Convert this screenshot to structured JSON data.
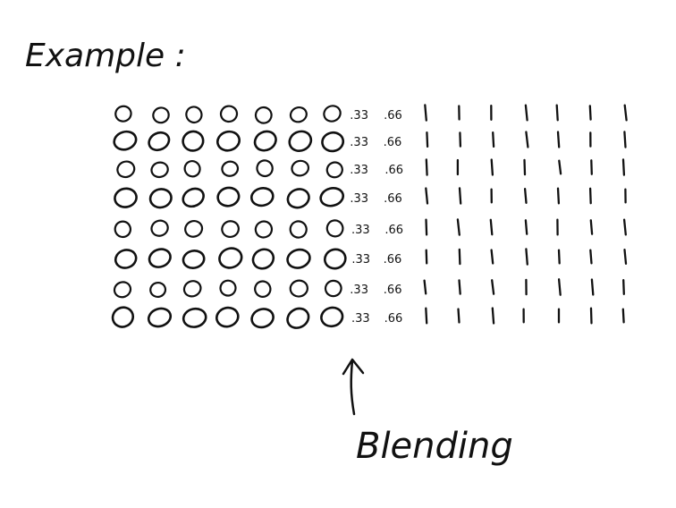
{
  "title": "Example :",
  "grid": {
    "rows": 8,
    "circles_per_row": 7,
    "blend_values": [
      ".33",
      ".66"
    ],
    "lines_per_row": 7
  },
  "arrow_label": "Blending",
  "ink_color": "#111111",
  "background_color": "#ffffff"
}
